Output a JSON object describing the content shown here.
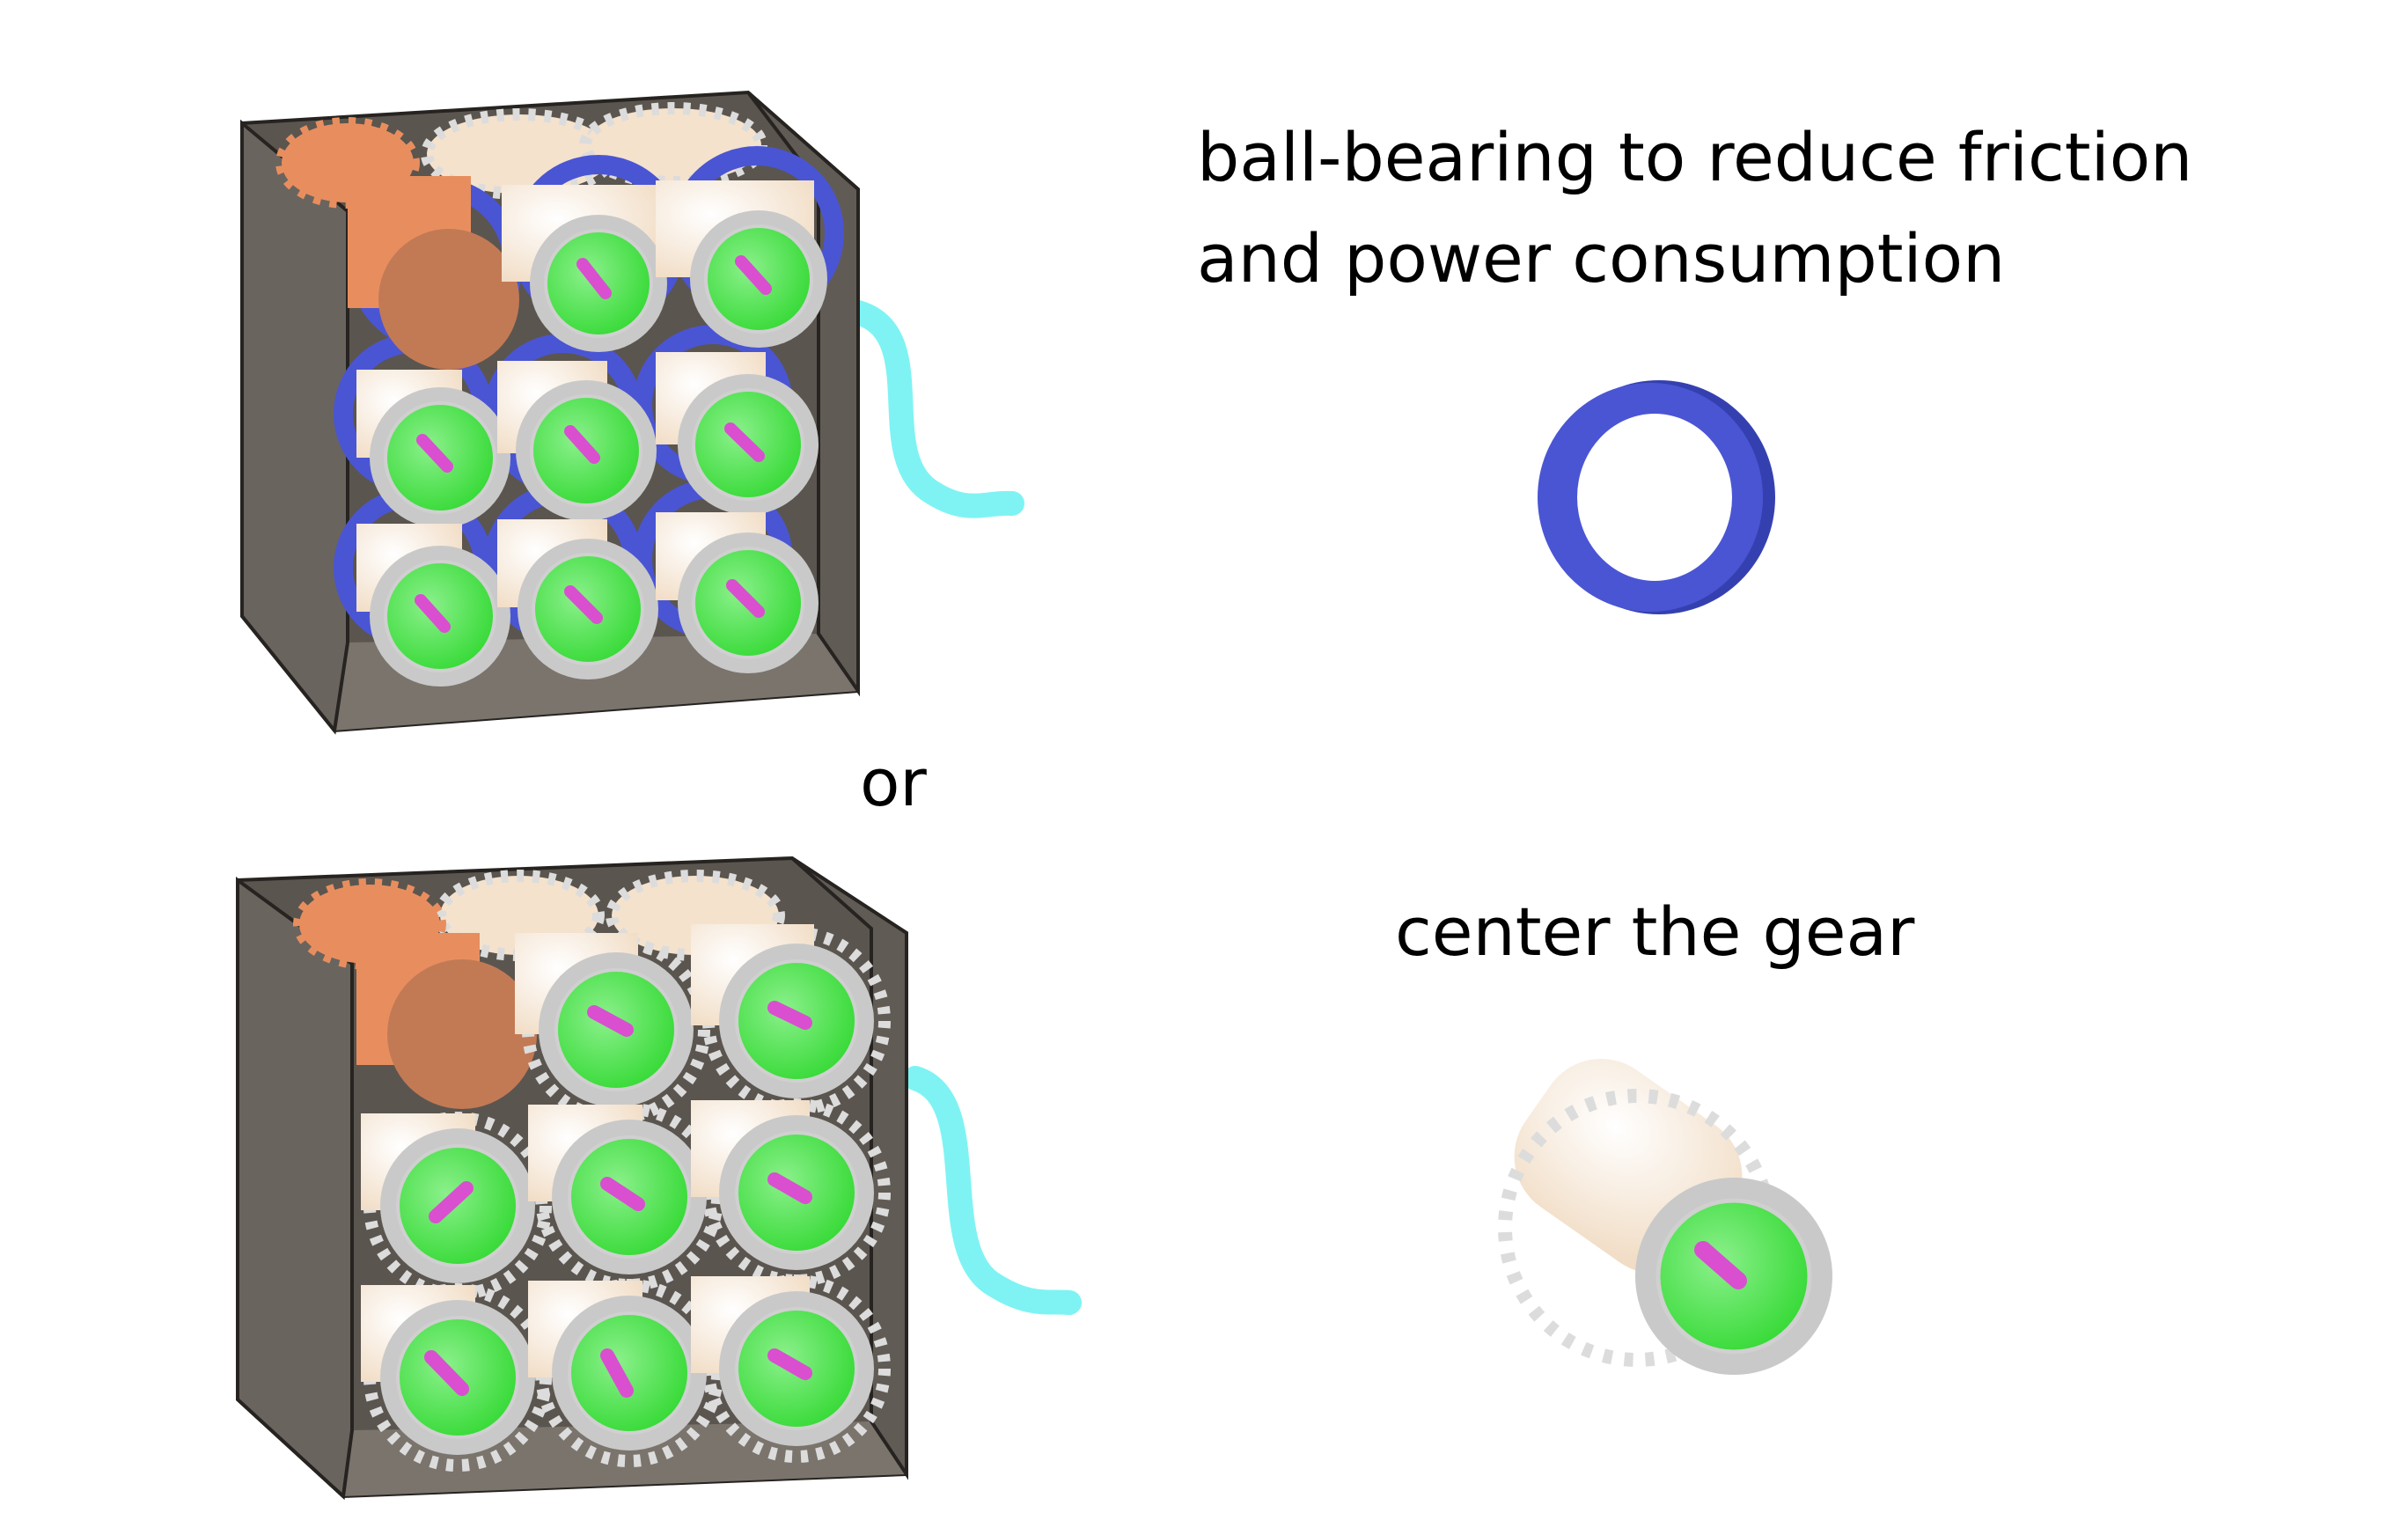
{
  "labels": {
    "bearing_line1": "ball-bearing to reduce friction",
    "bearing_line2": "and power consumption",
    "or": "or",
    "center_gear": "center the gear"
  },
  "colors": {
    "housing_front": "#5b554f",
    "housing_side": "#6a645e",
    "housing_edge": "#262320",
    "roller_body": "#f4e2cd",
    "roller_rim": "#c9c9c9",
    "roller_face": "#3ee03e",
    "roller_face_highlight": "#8bf08b",
    "shaft": "#d94fd0",
    "bearing": "#4a55d4",
    "bearing_dark": "#3540b0",
    "motor_top": "#e88e5e",
    "motor_face": "#c27a55",
    "hose": "#7ff3f3",
    "gear_teeth": "#dcdcdc"
  },
  "icons": {
    "bearing": "ring-bearing-icon",
    "gear": "gear-roller-icon"
  }
}
